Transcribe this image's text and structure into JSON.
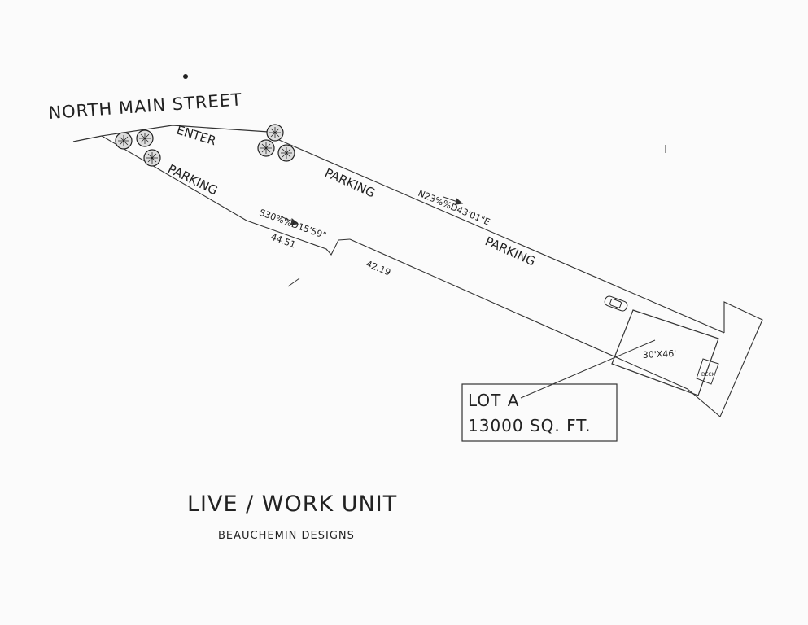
{
  "street": "NORTH MAIN STREET",
  "entry": "ENTER",
  "parking_labels": [
    "PARKING",
    "PARKING",
    "PARKING"
  ],
  "bearings": {
    "north_line": "N23%%D43'01\"E",
    "south_line": "S30%%D15'59\""
  },
  "distances": [
    "44.51",
    "42.19"
  ],
  "building": "30'X46'",
  "deck": "DECK",
  "lot": {
    "name": "LOT A",
    "area": "13000 SQ. FT."
  },
  "title": "LIVE / WORK UNIT",
  "designer": "BEAUCHEMIN DESIGNS",
  "colors": {
    "ink": "#222222",
    "paper": "#fbfbfb"
  }
}
